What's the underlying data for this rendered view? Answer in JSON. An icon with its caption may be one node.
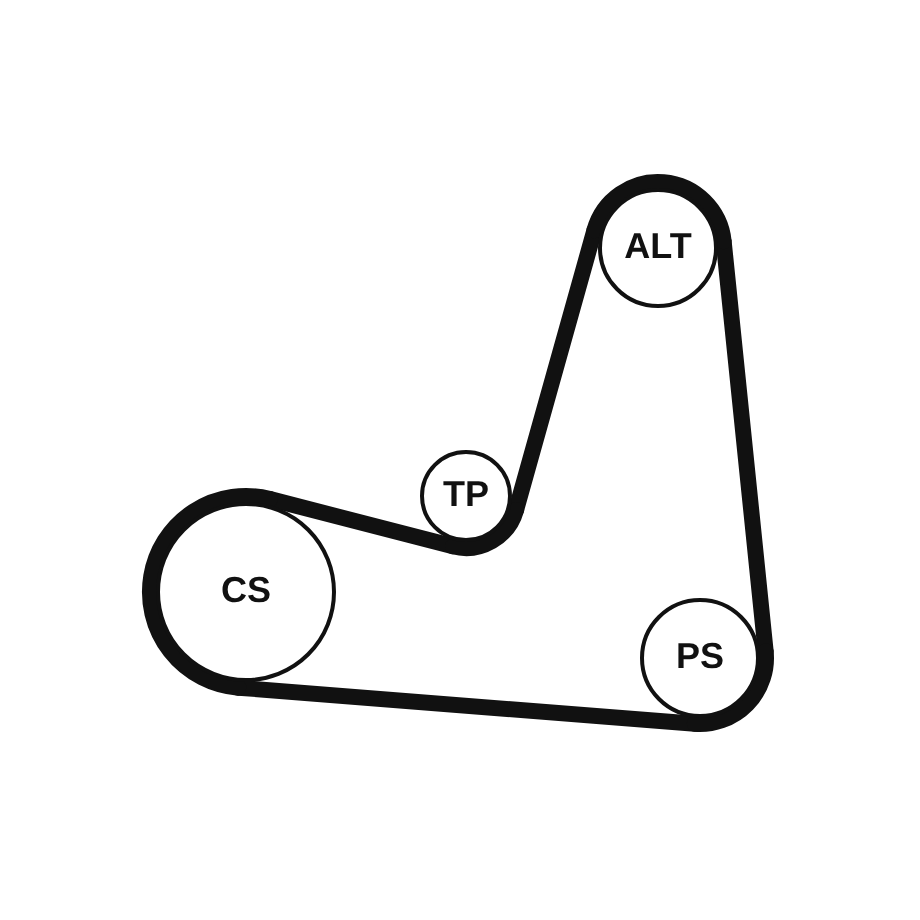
{
  "diagram": {
    "nodes": [
      {
        "text": [
          "ALT"
        ]
      },
      {
        "text": [
          "TP"
        ]
      },
      {
        "text": [
          "CS"
        ]
      },
      {
        "text": [
          "PS"
        ]
      }
    ],
    "edges": [
      {
        "from": 2,
        "to": 1,
        "arrow": "none"
      },
      {
        "from": 1,
        "to": 0,
        "arrow": "none"
      },
      {
        "from": 0,
        "to": 3,
        "arrow": "none"
      },
      {
        "from": 3,
        "to": 2,
        "arrow": "none"
      }
    ]
  }
}
